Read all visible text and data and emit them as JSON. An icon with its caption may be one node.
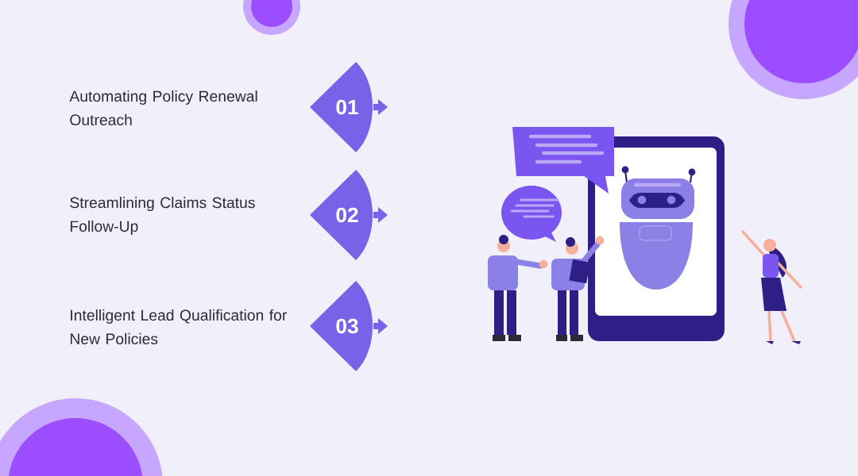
{
  "diagram": {
    "nodes": [
      {
        "text": [
          "01"
        ],
        "beside": [
          "Automating Policy Renewal Outreach"
        ]
      },
      {
        "text": [
          "02"
        ],
        "beside": [
          "Streamlining Claims Status Follow-Up"
        ]
      },
      {
        "text": [
          "03"
        ],
        "beside": [
          "Intelligent Lead Qualification for New Policies"
        ]
      }
    ]
  }
}
